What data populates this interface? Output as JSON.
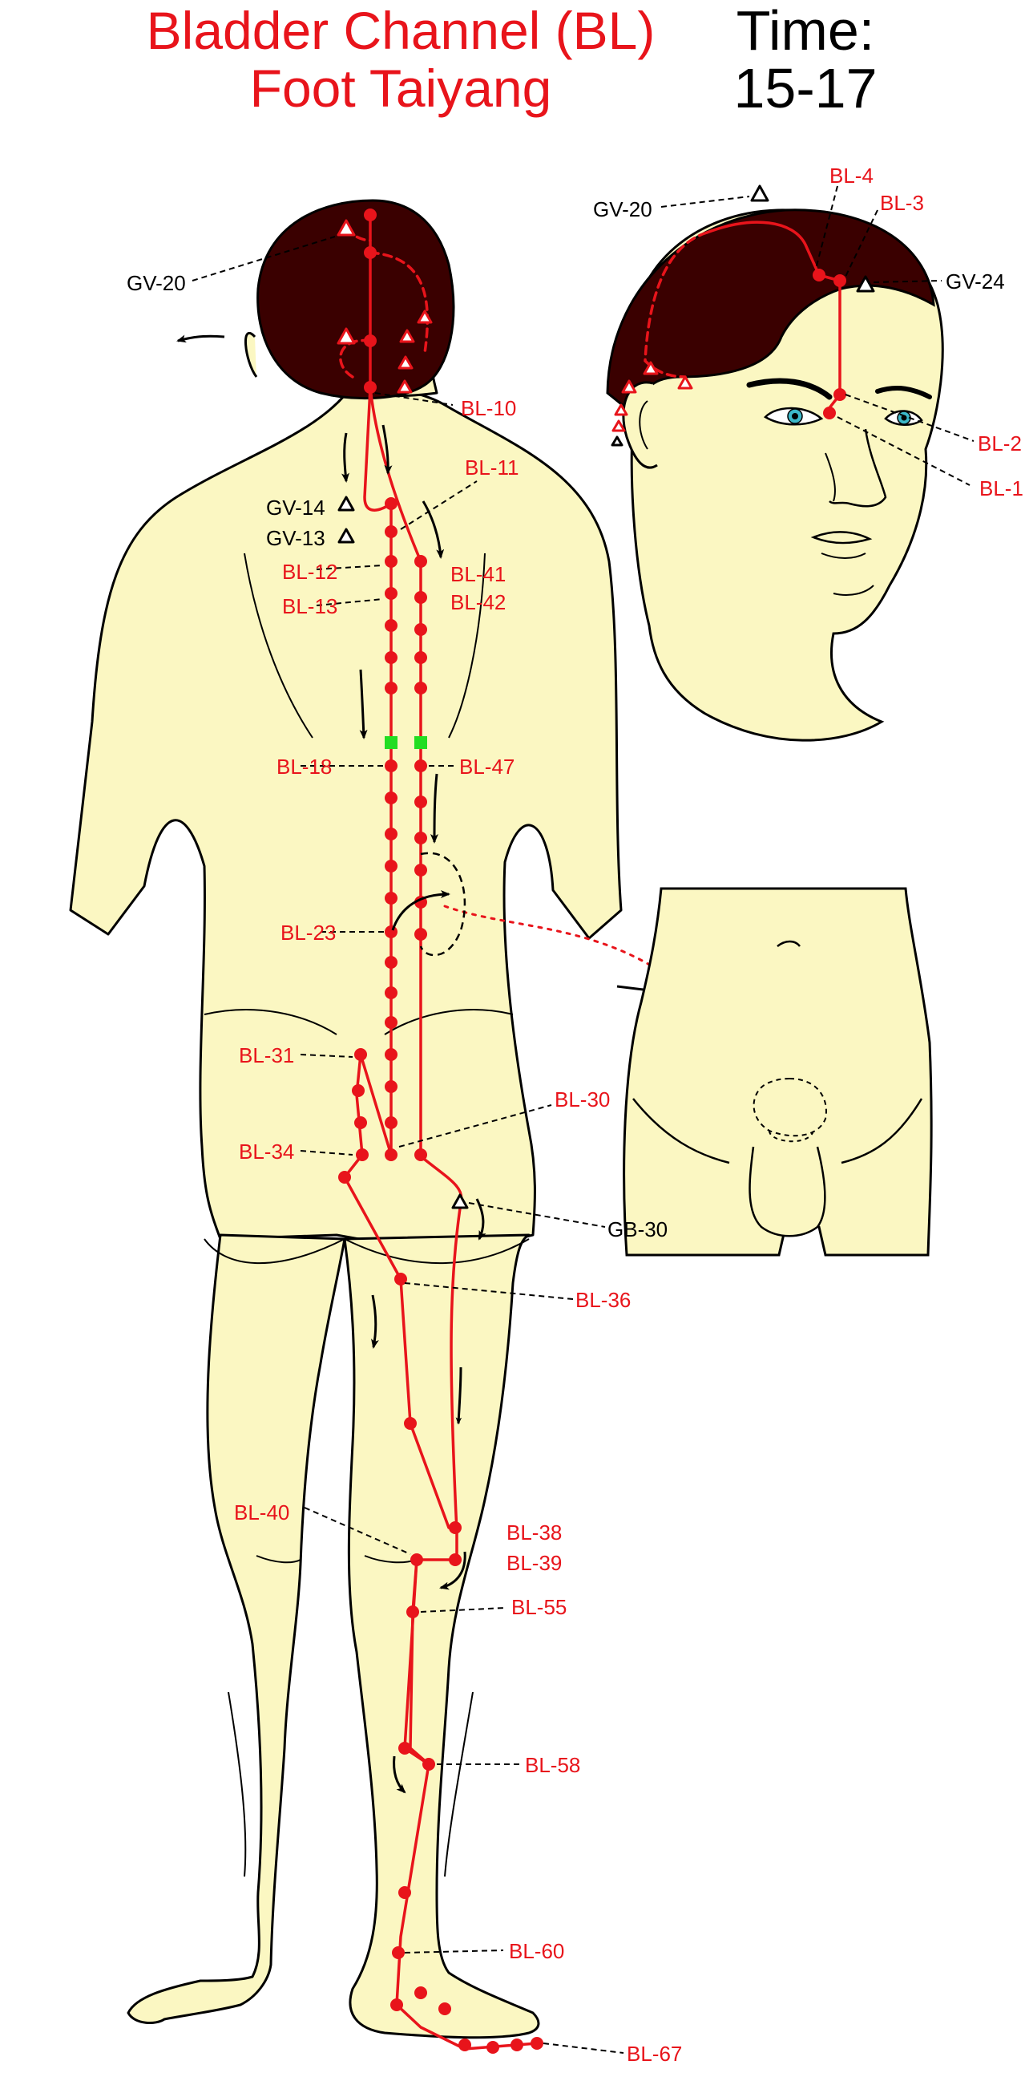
{
  "header": {
    "title_line1": "Bladder Channel (BL)",
    "title_line2": "Foot Taiyang",
    "time_label": "Time:",
    "time_value": "15-17"
  },
  "colors": {
    "channel": "#e8141b",
    "skin": "#fbf7c2",
    "hair": "#3a0000",
    "outline": "#000000",
    "reference": "#000000",
    "marker_square": "#22dd22"
  },
  "labels": {
    "back": {
      "gv20": "GV-20",
      "bl10": "BL-10",
      "bl11": "BL-11",
      "gv14": "GV-14",
      "gv13": "GV-13",
      "bl12": "BL-12",
      "bl13": "BL-13",
      "bl41": "BL-41",
      "bl42": "BL-42",
      "bl18": "BL-18",
      "bl47": "BL-47",
      "bl23": "BL-23",
      "bl31": "BL-31",
      "bl30": "BL-30",
      "bl34": "BL-34",
      "gb30": "GB-30",
      "bl36": "BL-36",
      "bl40": "BL-40",
      "bl38": "BL-38",
      "bl39": "BL-39",
      "bl55": "BL-55",
      "bl58": "BL-58",
      "bl60": "BL-60",
      "bl67": "BL-67"
    },
    "face": {
      "gv20": "GV-20",
      "bl4": "BL-4",
      "bl3": "BL-3",
      "gv24": "GV-24",
      "bl2": "BL-2",
      "bl1": "BL-1"
    }
  }
}
